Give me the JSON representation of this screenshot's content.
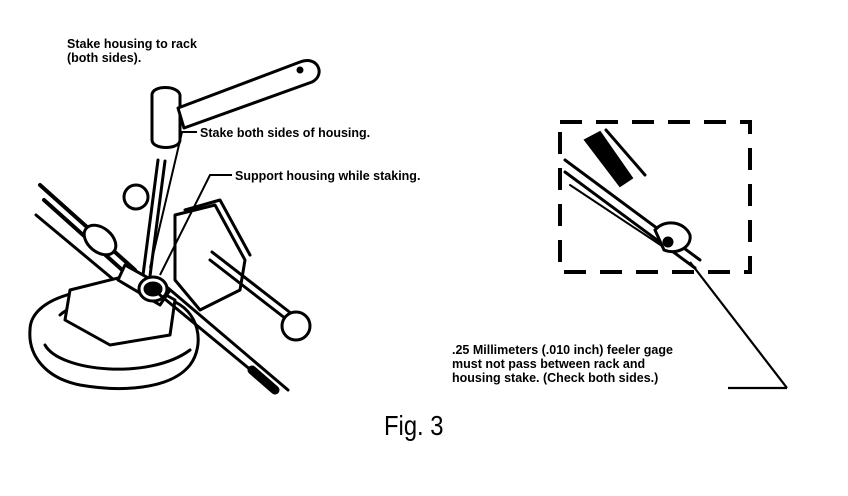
{
  "callouts": {
    "stake_housing_to_rack": [
      "Stake housing to rack",
      "(both sides)."
    ],
    "stake_both_sides": "Stake both sides of housing.",
    "support_housing": "Support housing while staking.",
    "feeler_gage_note": [
      ".25 Millimeters (.010 inch) feeler gage",
      "must not pass between rack and",
      "housing stake. (Check both sides.)"
    ]
  },
  "figure": {
    "caption": "Fig. 3"
  },
  "colors": {
    "ink": "#000000",
    "paper": "#ffffff"
  }
}
